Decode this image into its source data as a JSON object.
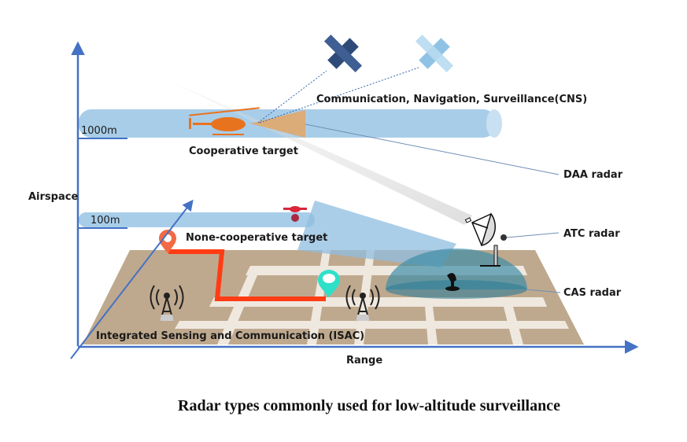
{
  "caption": "Radar types commonly used for low-altitude surveillance",
  "axes": {
    "y_label": "Airspace",
    "x_label": "Range"
  },
  "altitude_layers": [
    {
      "label": "1000m"
    },
    {
      "label": "100m"
    }
  ],
  "labels": {
    "cns": "Communication, Navigation, Surveillance(CNS)",
    "cooperative_target": "Cooperative target",
    "non_cooperative_target": "None-cooperative target",
    "isac": "Integrated Sensing and Communication (ISAC)",
    "daa_radar": "DAA radar",
    "atc_radar": "ATC radar",
    "cas_radar": "CAS radar"
  },
  "colors": {
    "axis": "#4472c4",
    "tube": "#a8cde9",
    "ground": "#bfa98e",
    "road": "#efe8df",
    "route": "#ff3c14",
    "pin_start": "#f26a45",
    "pin_end": "#2ee0c8",
    "helicopter": "#e8731f",
    "drone": "#d9263b",
    "dome": "#3f8fa8"
  }
}
